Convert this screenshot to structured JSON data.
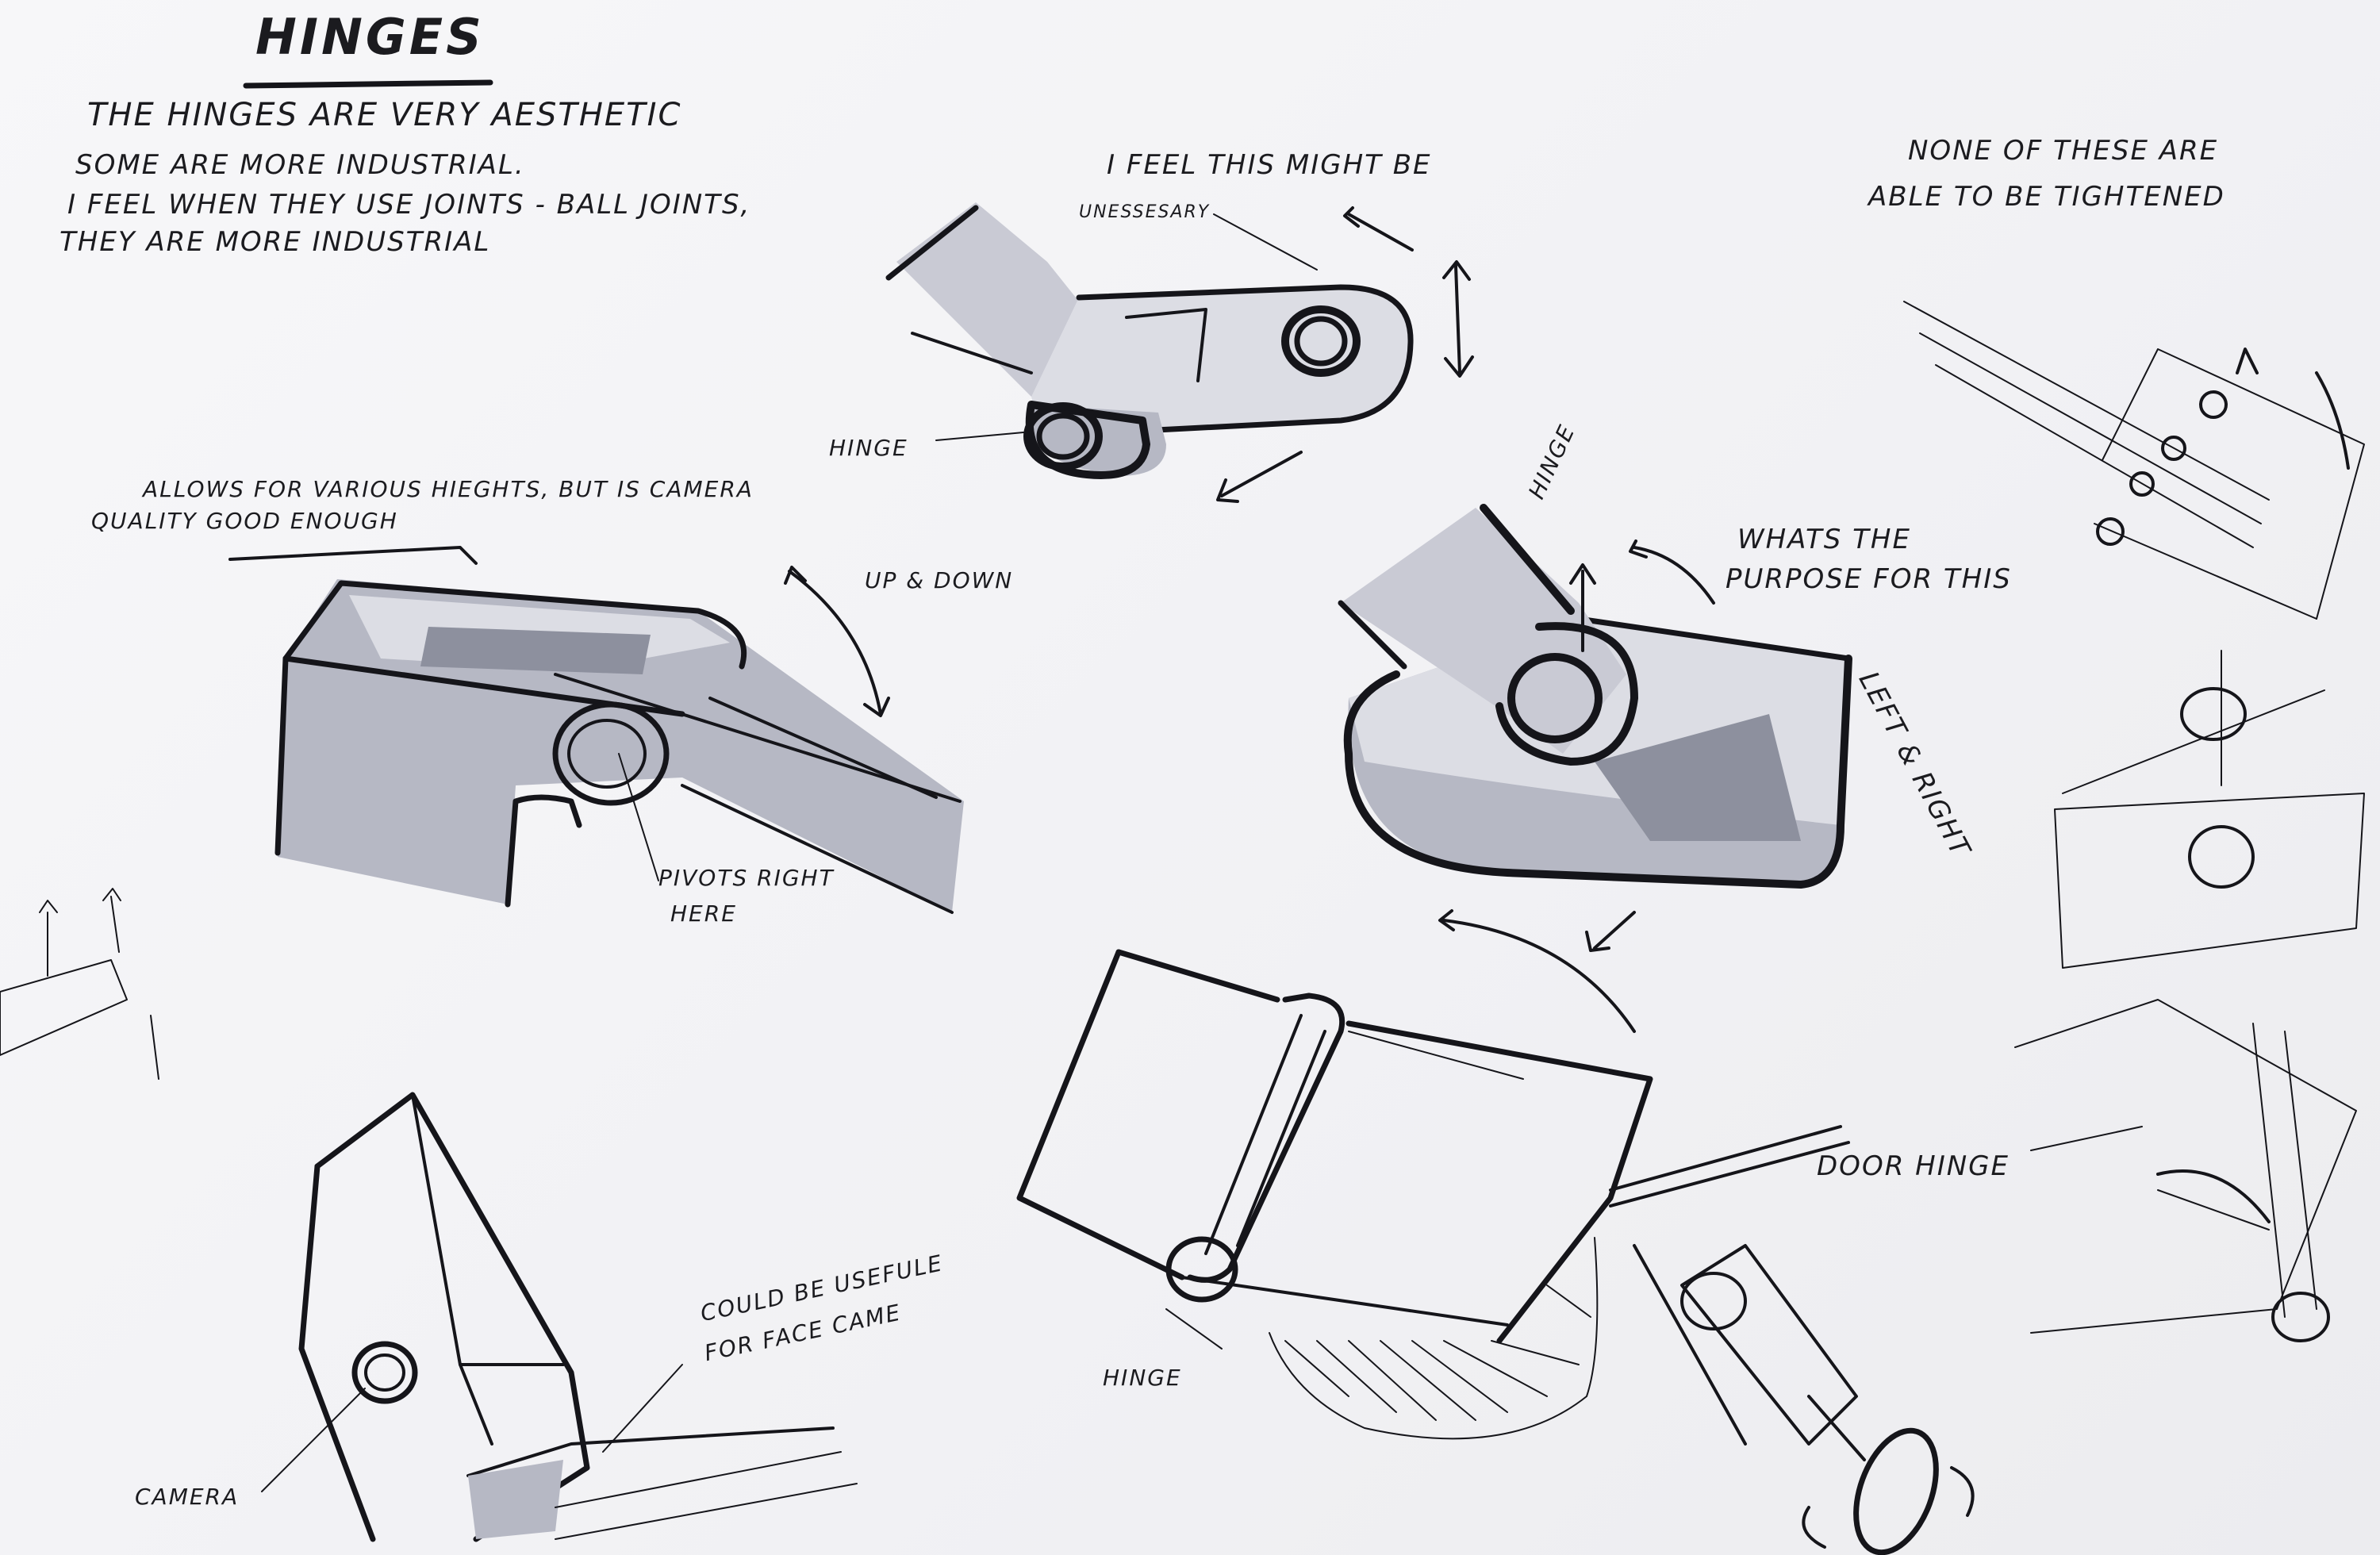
{
  "title": "HINGES",
  "intro": {
    "line1": "THE HINGES ARE VERY AESTHETIC",
    "line2": "SOME ARE MORE INDUSTRIAL.",
    "line3": "I FEEL WHEN THEY USE JOINTS - BALL JOINTS,",
    "line4": "THEY ARE MORE INDUSTRIAL"
  },
  "notes": {
    "unnecessary_top": "I FEEL THIS MIGHT BE",
    "unnecessary_bottom": "UNESSESARY",
    "hinge_top": "HINGE",
    "heights_line1": "ALLOWS FOR VARIOUS HIEGHTS, BUT IS CAMERA",
    "heights_line2": "QUALITY GOOD ENOUGH",
    "up_down": "UP & DOWN",
    "pivots_line1": "PIVOTS RIGHT",
    "pivots_line2": "HERE",
    "hinge_mid": "HINGE",
    "purpose_line1": "WHATS THE",
    "purpose_line2": "PURPOSE FOR THIS",
    "left_right": "LEFT & RIGHT",
    "tighten_line1": "NONE OF THESE ARE",
    "tighten_line2": "ABLE TO BE TIGHTENED",
    "face_cam_line1": "COULD BE USEFULE",
    "face_cam_line2": "FOR FACE CAME",
    "camera": "CAMERA",
    "hinge_bottom": "HINGE",
    "door_hinge": "DOOR HINGE"
  }
}
